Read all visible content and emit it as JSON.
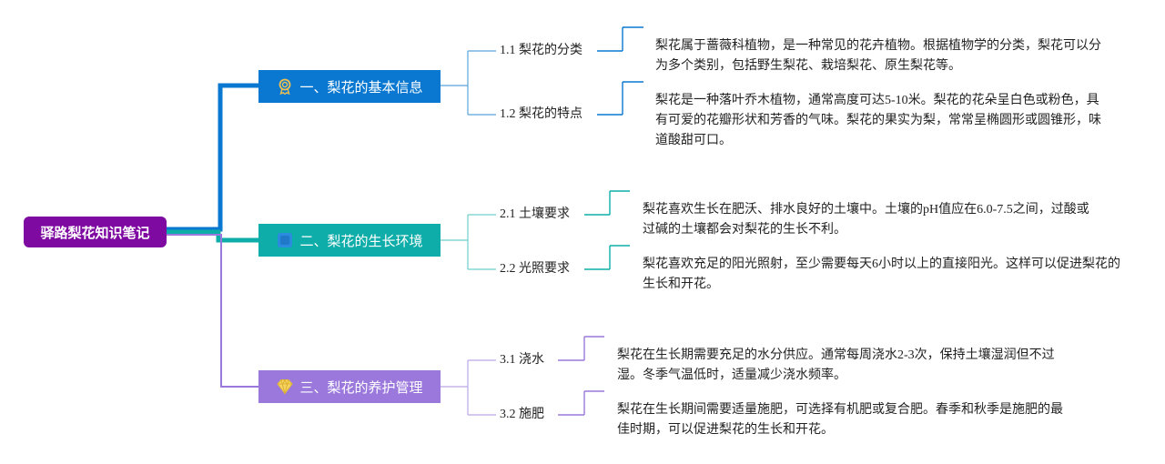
{
  "root": {
    "title": "驿路梨花知识笔记",
    "color": "#7e0aa1"
  },
  "branches": [
    {
      "title": "一、梨花的基本信息",
      "color": "#0a78d0",
      "icon": "award-ribbon-icon",
      "children": [
        {
          "title": "1.1 梨花的分类",
          "text": "梨花属于蔷薇科植物，是一种常见的花卉植物。根据植物学的分类，梨花可以分为多个类别，包括野生梨花、栽培梨花、原生梨花等。"
        },
        {
          "title": "1.2 梨花的特点",
          "text": "梨花是一种落叶乔木植物，通常高度可达5-10米。梨花的花朵呈白色或粉色，具有可爱的花瓣形状和芳香的气味。梨花的果实为梨，常常呈椭圆形或圆锥形，味道酸甜可口。"
        }
      ]
    },
    {
      "title": "二、梨花的生长环境",
      "color": "#0fada9",
      "icon": "square-icon",
      "children": [
        {
          "title": "2.1 土壤要求",
          "text": "梨花喜欢生长在肥沃、排水良好的土壤中。土壤的pH值应在6.0-7.5之间，过酸或过碱的土壤都会对梨花的生长不利。"
        },
        {
          "title": "2.2 光照要求",
          "text": "梨花喜欢充足的阳光照射，至少需要每天6小时以上的直接阳光。这样可以促进梨花的生长和开花。"
        }
      ]
    },
    {
      "title": "三、梨花的养护管理",
      "color": "#9b79dc",
      "icon": "diamond-icon",
      "children": [
        {
          "title": "3.1 浇水",
          "text": "梨花在生长期需要充足的水分供应。通常每周浇水2-3次，保持土壤湿润但不过湿。冬季气温低时，适量减少浇水频率。"
        },
        {
          "title": "3.2 施肥",
          "text": "梨花在生长期间需要适量施肥，可选择有机肥或复合肥。春季和秋季是施肥的最佳时期，可以促进梨花的生长和开花。"
        }
      ]
    }
  ]
}
